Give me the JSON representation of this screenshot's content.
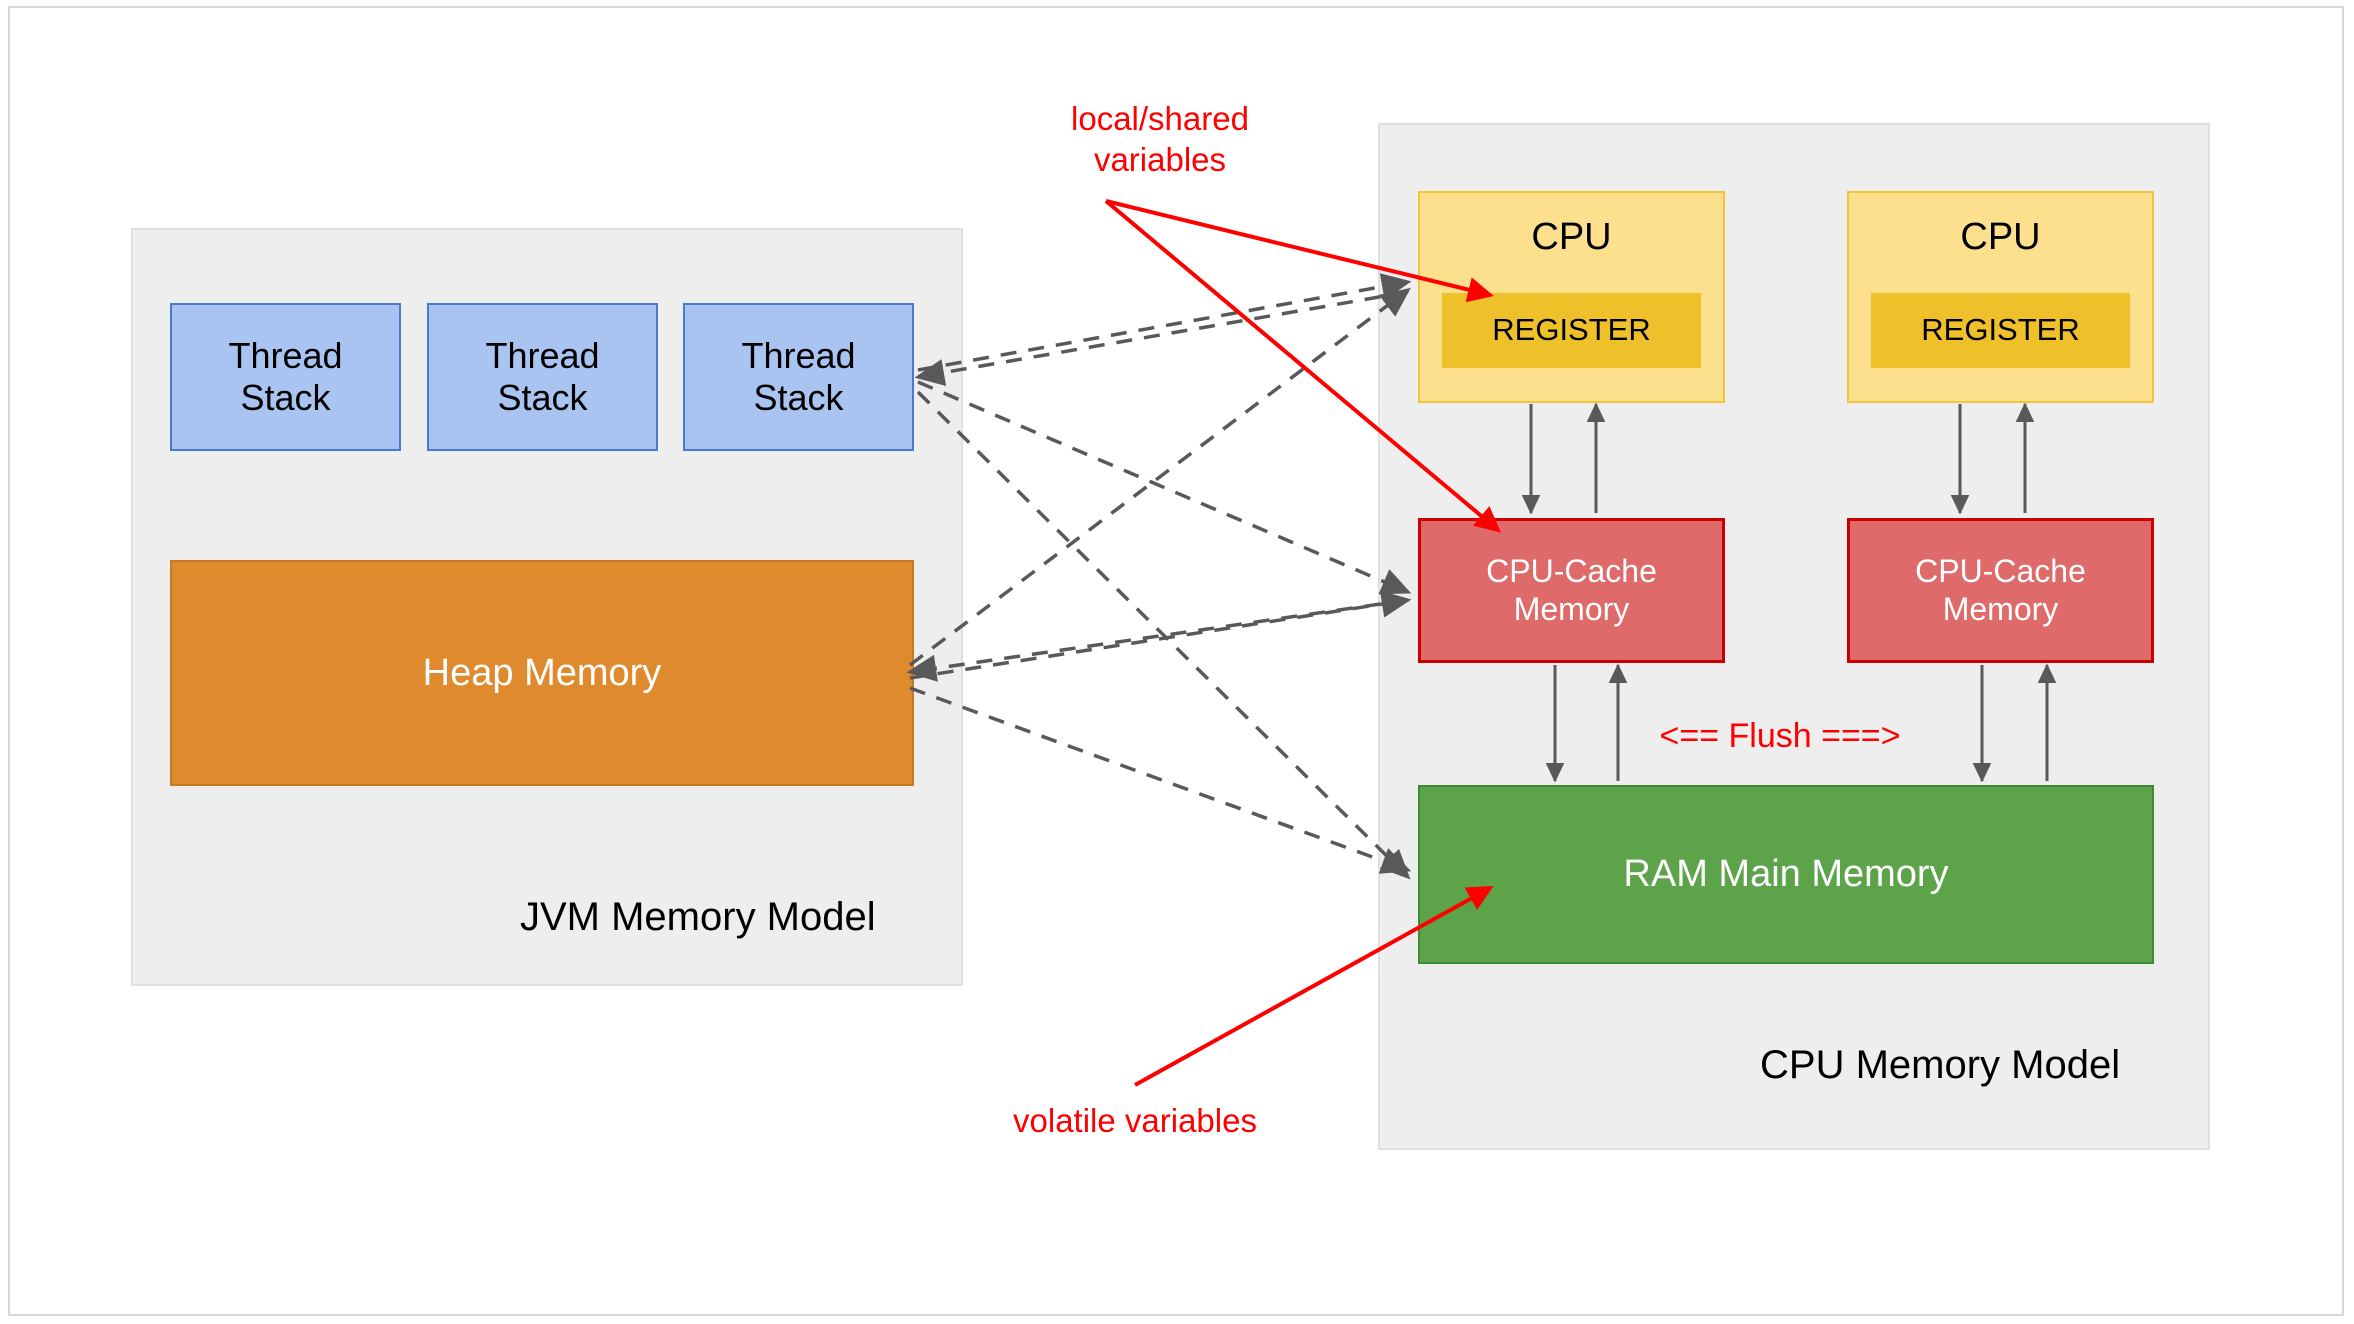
{
  "diagram": {
    "title": "JVM Memory Model and CPU Memory Model",
    "colors": {
      "thread_stack_fill": "#a9c4f0",
      "thread_stack_border": "#4a7ad0",
      "heap_fill": "#e08a2e",
      "cpu_fill": "#fde08e",
      "cpu_border": "#f0c53a",
      "register_fill": "#eec02a",
      "cache_fill": "#de6a6a",
      "cache_border": "#cc0000",
      "ram_fill": "#5ca349",
      "ram_border": "#3d8b32",
      "group_fill": "#eeeeee",
      "annotation_red": "#ff0000",
      "connector_gray": "#59595b"
    }
  },
  "jvm_group": {
    "label": "JVM Memory Model",
    "thread_stacks": [
      {
        "label": "Thread\nStack"
      },
      {
        "label": "Thread\nStack"
      },
      {
        "label": "Thread\nStack"
      }
    ],
    "heap": {
      "label": "Heap Memory"
    }
  },
  "cpu_group": {
    "label": "CPU Memory Model",
    "cpus": [
      {
        "title": "CPU",
        "register_label": "REGISTER"
      },
      {
        "title": "CPU",
        "register_label": "REGISTER"
      }
    ],
    "caches": [
      {
        "label": "CPU-Cache\nMemory"
      },
      {
        "label": "CPU-Cache\nMemory"
      }
    ],
    "ram": {
      "label": "RAM Main Memory"
    },
    "flush_label": "<== Flush ===>"
  },
  "annotations": [
    {
      "name": "local-shared-variables",
      "label": "local/shared\nvariables"
    },
    {
      "name": "volatile-variables",
      "label": "volatile variables"
    }
  ]
}
